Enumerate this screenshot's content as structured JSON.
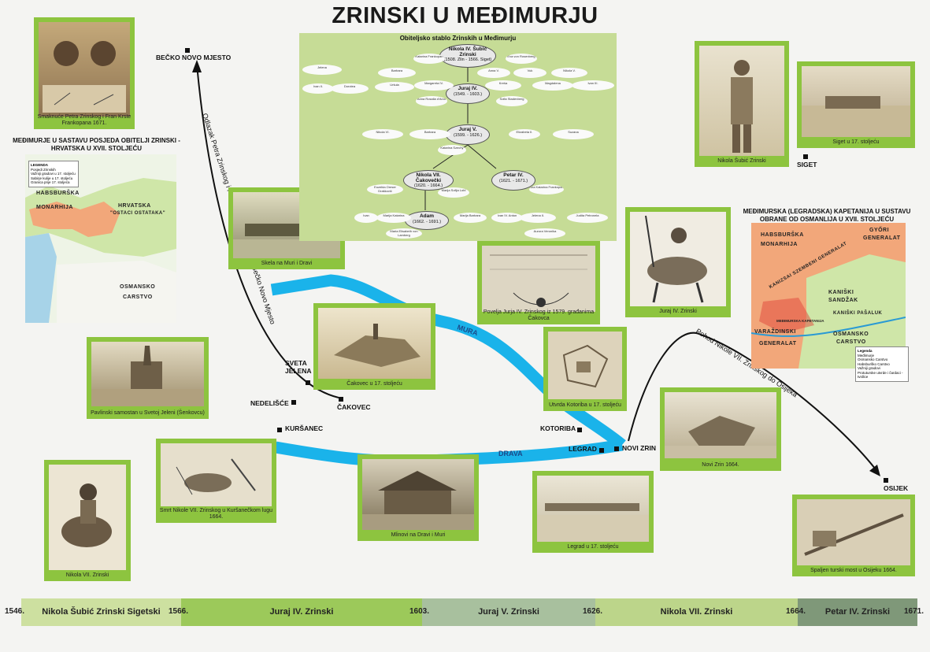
{
  "title": "ZRINSKI U MEĐIMURJU",
  "family_tree": {
    "title": "Obiteljsko stablo Zrinskih u Međimurju",
    "main_nodes": [
      {
        "name": "Nikola IV. Šubić Zrinski",
        "dates": "(1508. Zlin - 1566. Siget)"
      },
      {
        "name": "Juraj IV.",
        "dates": "(1549. - 1603.)"
      },
      {
        "name": "Juraj V.",
        "dates": "(1599. - 1626.)"
      },
      {
        "name": "Nikola VII. Čakovečki",
        "dates": "(1620. - 1664.)"
      },
      {
        "name": "Petar IV.",
        "dates": "(1621. - 1671.)"
      },
      {
        "name": "Adam",
        "dates": "(1662. - 1691.)"
      }
    ],
    "side_nodes": [
      "Katarina Frankopan",
      "Eva von Rosenberg",
      "Jelena",
      "Ivan II.",
      "Dorotea",
      "Barbara",
      "Uršula",
      "Margareta IV.",
      "Anna V.",
      "Vuk",
      "Kreša",
      "Nikola V.",
      "Magdalena",
      "Ivan III.",
      "Anna Rosalia d'Arco",
      "Sofia Stadenberg",
      "Nikola VI.",
      "Barbara",
      "Elizabeta II.",
      "Suzana",
      "Katarina Szechy",
      "Euzebia Oreser Draškovič",
      "Marija Sofija Lobl",
      "Ana Katarina Frankopan",
      "Ivan",
      "Marija Katarina",
      "Marija Barbara",
      "Ivan IV. Antun",
      "Jelena II.",
      "Judita Petronela",
      "Maria Elisabeth von Lamberg",
      "Aurora Veronika"
    ]
  },
  "captions": {
    "smaknuce": "Smaknuće Petra Zrinskog i Fran Krste Frankopana 1671.",
    "skela": "Skela na Muri i Dravi",
    "povelja": "Povelja Jurja IV. Zrinskog iz 1579. građanima Čakovca",
    "nikola_subic": "Nikola Šubić Zrinski",
    "siget": "Siget u 17. stoljeću",
    "juraj_iv": "Juraj IV. Zrinski",
    "pavlinski": "Pavlinski samostan u Svetoj Jeleni (Šenkovcu)",
    "cakovec": "Čakovec u 17. stoljeću",
    "kotoriba": "Utvrda Kotoriba u 17. stoljeću",
    "novi_zrin": "Novi Zrin 1664.",
    "smrt": "Smrt Nikole VII. Zrinskog u Kuršanečkom lugu 1664.",
    "mlinovi": "Mlinovi na Dravi i Muri",
    "legrad": "Legrad u 17. stoljeću",
    "nikola_vii": "Nikola VII. Zrinski",
    "most": "Spaljen turski most u Osijeku 1664."
  },
  "map_left": {
    "title": "MEĐIMURJE U SASTAVU POSJEDA OBITELJI ZRINSKI - HRVATSKA U XVII. STOLJEĆU",
    "legend_title": "LEGENDA",
    "legend": [
      "Posjedi Zrinskih",
      "Važniji gradovi u 17. stoljeću",
      "Sabirje kulije u 17. stoljeću",
      "Granica prije 17. stoljeća"
    ],
    "labels": [
      "HABSBURŠKA",
      "MONARHIJA",
      "HRVATSKA",
      "\"OSTACI OSTATAKA\"",
      "OSMANSKO",
      "CARSTVO"
    ]
  },
  "map_right": {
    "title": "MEĐIMURSKA (LEGRADSKA) KAPETANIJA U SUSTAVU OBRANE OD OSMANLIJA U XVII. STOLJEĆU",
    "labels": [
      "HABSBURŠKA",
      "MONARHIJA",
      "GYŐRI",
      "GENERALAT",
      "KANIZSAI SZEMBENI GENERALAT",
      "KANIŠKI",
      "SANDŽAK",
      "KANIŠKI PAŠALUK",
      "VARAŽDINSKI",
      "GENERALAT",
      "OSMANSKO",
      "CARSTVO",
      "MEĐIMURSKA KAPETANIJA"
    ],
    "legend_title": "Legenda",
    "legend": [
      "Međimurje",
      "Osmansko Carstvo",
      "Habsburško Carstvo",
      "Važniji gradovi",
      "Protuturske utvrde i čardaci - tvrđice"
    ]
  },
  "places": {
    "becko": "BEČKO NOVO MJESTO",
    "siget": "SIGET",
    "sveta_jelena": "SVETA JELENA",
    "nedelisce": "NEDELIŠĆE",
    "cakovec": "ČAKOVEC",
    "kursanec": "KURŠANEC",
    "kotoriba": "KOTORIBA",
    "legrad": "LEGRAD",
    "novi_zrin": "NOVI ZRIN",
    "osijek": "OSIJEK"
  },
  "rivers": {
    "mura": "MURA",
    "drava": "DRAVA"
  },
  "route_labels": {
    "odlazak": "Odlazak Petra Zrinskog i Fran Krste Frankopana u Bečko Novo Mjesto",
    "pohod": "Pohod Nikole VII. Zrinskog do Osijeka"
  },
  "timeline": {
    "segments": [
      {
        "label": "Nikola Šubić Zrinski Sigetski",
        "color": "#cde0a0"
      },
      {
        "label": "Juraj IV. Zrinski",
        "color": "#9cc95a"
      },
      {
        "label": "Juraj V. Zrinski",
        "color": "#a8c09e"
      },
      {
        "label": "Nikola VII. Zrinski",
        "color": "#bcd58a"
      },
      {
        "label": "Petar IV. Zrinski",
        "color": "#7f9879"
      }
    ],
    "years": [
      "1546.",
      "1566.",
      "1603.",
      "1626.",
      "1664.",
      "1671."
    ]
  },
  "colors": {
    "frame": "#8dc43f",
    "river": "#1ab3ea",
    "tree_bg": "#c6dc96",
    "map_orange": "#f2a77a",
    "map_green": "#cfe6a8"
  }
}
